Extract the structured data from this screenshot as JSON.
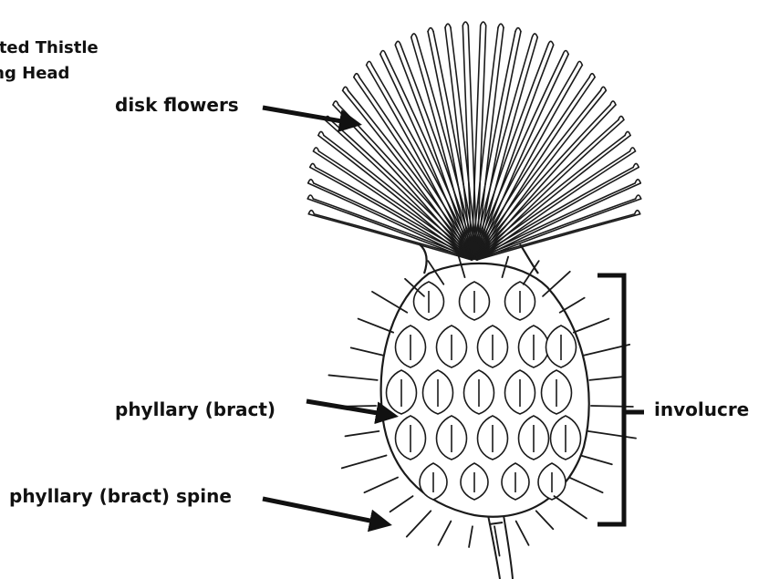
{
  "title": {
    "line1": "nted Thistle",
    "line2": "ing Head"
  },
  "labels": {
    "disk_flowers": "disk flowers",
    "phyllary": "phyllary (bract)",
    "phyllary_spine": "phyllary (bract) spine",
    "involucre": "involucre"
  },
  "colors": {
    "ink": "#111111",
    "background": "#ffffff"
  }
}
